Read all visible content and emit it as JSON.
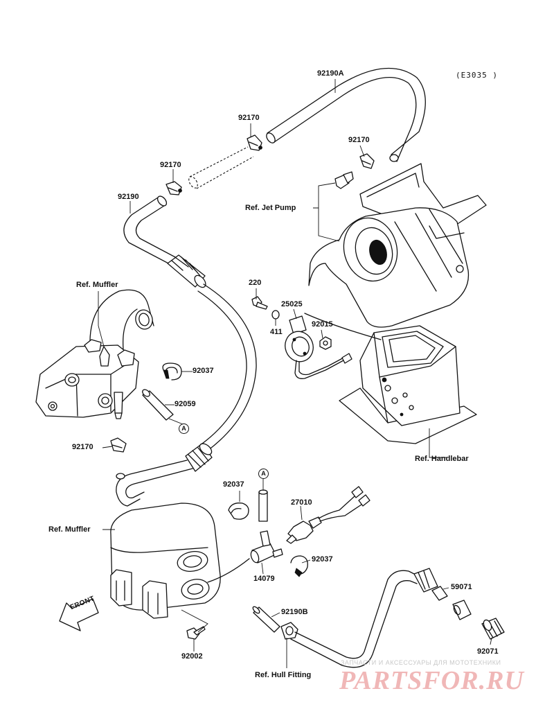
{
  "drawing_code": "(E3035 )",
  "front_label": "FRONT",
  "callout_marker": "A",
  "parts": [
    {
      "id": "p92190A",
      "label": "92190A"
    },
    {
      "id": "p92170a",
      "label": "92170"
    },
    {
      "id": "p92170b",
      "label": "92170"
    },
    {
      "id": "p92170c",
      "label": "92170"
    },
    {
      "id": "p92190",
      "label": "92190"
    },
    {
      "id": "p220",
      "label": "220"
    },
    {
      "id": "p25025",
      "label": "25025"
    },
    {
      "id": "p411",
      "label": "411"
    },
    {
      "id": "p92015",
      "label": "92015"
    },
    {
      "id": "p92037a",
      "label": "92037"
    },
    {
      "id": "p92059",
      "label": "92059"
    },
    {
      "id": "p92170d",
      "label": "92170"
    },
    {
      "id": "p92037b",
      "label": "92037"
    },
    {
      "id": "p27010",
      "label": "27010"
    },
    {
      "id": "p92037c",
      "label": "92037"
    },
    {
      "id": "p14079",
      "label": "14079"
    },
    {
      "id": "p92190B",
      "label": "92190B"
    },
    {
      "id": "p59071",
      "label": "59071"
    },
    {
      "id": "p92071",
      "label": "92071"
    },
    {
      "id": "p92002",
      "label": "92002"
    }
  ],
  "references": {
    "jet_pump": "Ref. Jet Pump",
    "muffler_top": "Ref. Muffler",
    "handlebar": "Ref. Handlebar",
    "muffler_bottom": "Ref. Muffler",
    "hull_fitting": "Ref. Hull Fitting"
  },
  "watermark": {
    "tagline": "ЗАПЧАСТИ И АКСЕССУАРЫ ДЛЯ МОТОТЕХНИКИ",
    "brand": "PARTSFOR.RU"
  },
  "colors": {
    "line": "#111111",
    "watermark": "#f0b7b7",
    "watermark_tagline": "#c8c8c8"
  }
}
